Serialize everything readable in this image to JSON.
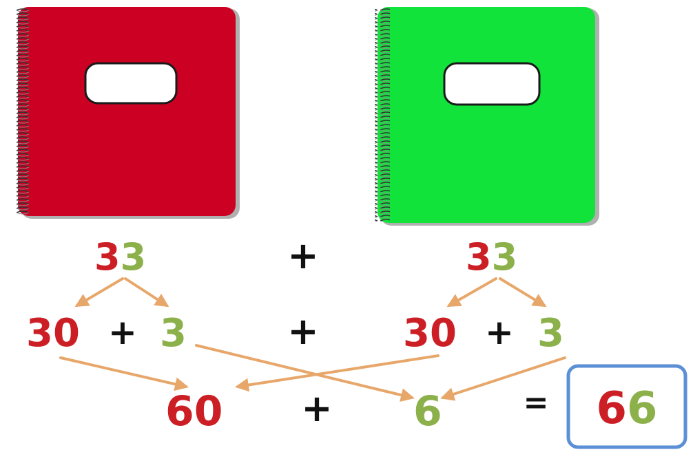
{
  "colors": {
    "red_notebook": "#cc0022",
    "green_notebook": "#11e33b",
    "tens_color": "#cc1f25",
    "ones_color": "#8cb04a",
    "arrow_color": "#e8a76a",
    "operator_color": "#111111",
    "answer_box_border": "#5b8fd6"
  },
  "icons": [
    "red-spiral-notebook",
    "green-spiral-notebook"
  ],
  "row1": {
    "left": {
      "tens_digit": "3",
      "ones_digit": "3"
    },
    "operator": "+",
    "right": {
      "tens_digit": "3",
      "ones_digit": "3"
    }
  },
  "row2": {
    "left": {
      "tens": "30",
      "plus": "+",
      "ones": "3"
    },
    "operator": "+",
    "right": {
      "tens": "30",
      "plus": "+",
      "ones": "3"
    }
  },
  "row3": {
    "tens_sum": "60",
    "operator": "+",
    "ones_sum": "6",
    "equals": "=",
    "answer": {
      "tens_digit": "6",
      "ones_digit": "6"
    }
  }
}
